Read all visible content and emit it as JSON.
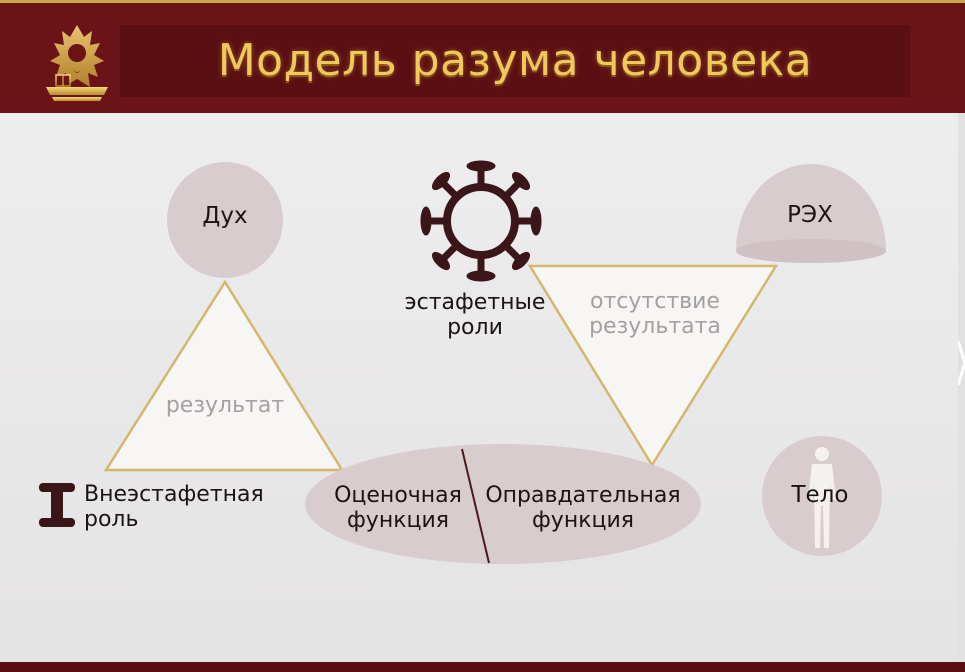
{
  "header": {
    "title": "Модель разума человека",
    "logo_icon": "wizard-emblem-icon"
  },
  "diagram": {
    "spirit_label": "Дух",
    "reh_label": "РЭХ",
    "relay_roles_label": [
      "эстафетные",
      "роли"
    ],
    "result_label": "результат",
    "no_result_label": [
      "отсутствие",
      "результата"
    ],
    "non_relay_label": [
      "Внеэстафетная",
      "роль"
    ],
    "evaluation_label": [
      "Оценочная",
      "функция"
    ],
    "justification_label": [
      "Оправдательная",
      "функция"
    ],
    "body_label": "Тело"
  },
  "colors": {
    "header_bg": "#6a1418",
    "title_gold": "#f1c85a",
    "shape_fill": "#d9cccf",
    "triangle_border": "#d4b76a",
    "icon_dark": "#3a1618"
  }
}
